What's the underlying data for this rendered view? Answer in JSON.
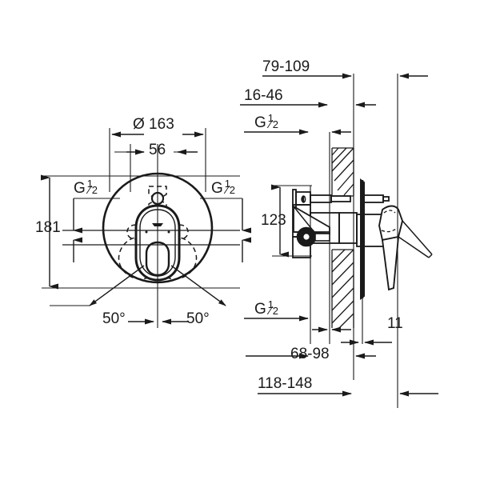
{
  "drawing": {
    "title": "Concealed single-lever bath/shower mixer — installation dimensions",
    "background_color": "#ffffff",
    "line_color": "#1a1a1a",
    "units": "mm",
    "views": [
      {
        "name": "front-view",
        "position": "left"
      },
      {
        "name": "side-section-view",
        "position": "right"
      }
    ]
  },
  "front_view": {
    "dimensions": {
      "diameter": "Ø 163",
      "offset_center": "56",
      "height": "181",
      "port_left": "G",
      "port_left_frac_num": "1",
      "port_left_frac_den": "2",
      "port_right": "G",
      "port_right_frac_num": "1",
      "port_right_frac_den": "2",
      "angle_left": "50°",
      "angle_right": "50°"
    }
  },
  "side_view": {
    "dimensions": {
      "depth_total": "79-109",
      "depth_inner": "16-46",
      "port_top": "G",
      "port_top_frac_num": "1",
      "port_top_frac_den": "2",
      "height_center": "123",
      "port_bottom": "G",
      "port_bottom_frac_num": "1",
      "port_bottom_frac_den": "2",
      "plate_thickness": "11",
      "depth_mid": "68-98",
      "depth_outer": "118-148"
    }
  }
}
